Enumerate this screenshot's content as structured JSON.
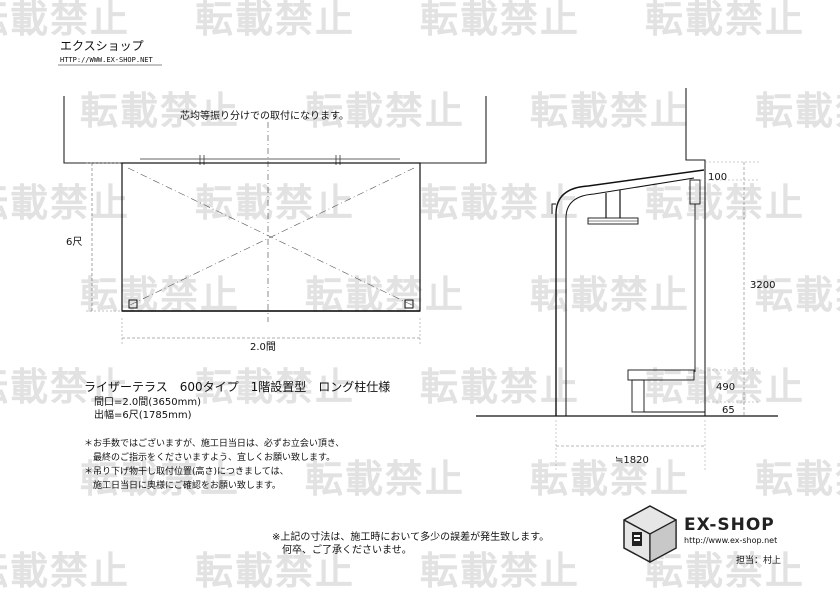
{
  "watermark_text": "転載禁止",
  "header": {
    "company": "エクスショップ",
    "url": "HTTP://WWW.EX-SHOP.NET"
  },
  "plan_view": {
    "center_note": "芯均等振り分けでの取付になります。",
    "depth_label": "6尺",
    "width_label": "2.0間"
  },
  "section_view": {
    "dim_top": "100",
    "dim_height": "3200",
    "dim_step": "490",
    "dim_base": "65",
    "dim_depth": "≒1820"
  },
  "spec": {
    "title": "ライザーテラス　600タイプ　1階設置型　ロング柱仕様",
    "frontage": "間口=2.0間(3650mm)",
    "projection": "出幅=6尺(1785mm)"
  },
  "notes": [
    "＊お手数ではございますが、施工日当日は、必ずお立会い頂き、",
    "　最終のご指示をくださいますよう、宜しくお願い致します。",
    "＊吊り下げ物干し取付位置(高さ)につきましては、",
    "　施工日当日に奥様にご確認をお願い致します。"
  ],
  "disclaimer": [
    "※上記の寸法は、施工時において多少の誤差が発生致します。",
    "　何卒、ご了承くださいませ。"
  ],
  "logo": {
    "brand": "EX-SHOP",
    "url": "http://www.ex-shop.net"
  },
  "staff": "担当：村上"
}
